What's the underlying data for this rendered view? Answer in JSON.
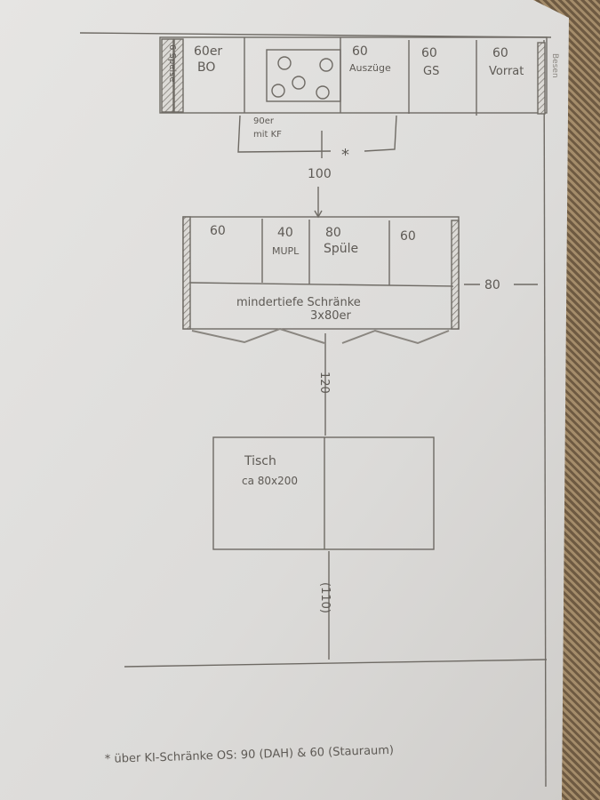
{
  "top_row": {
    "side_left": "6 Speise",
    "cab1": [
      "60er",
      "BO"
    ],
    "hob_label": [
      "90er",
      "mit KF"
    ],
    "cab3": [
      "60",
      "Auszüge"
    ],
    "cab4": [
      "60",
      "GS"
    ],
    "cab5": [
      "60",
      "Vorrat"
    ],
    "side_right": "Besen",
    "asterisk": "*",
    "distance": "100"
  },
  "island": {
    "cab1": "60",
    "cab2": [
      "40",
      "MUPL"
    ],
    "cab3": [
      "80",
      "Spüle"
    ],
    "cab4": "60",
    "back_row": [
      "mindertiefe Schränke",
      "3x80er"
    ],
    "side_gap": "80",
    "distance_below": "120"
  },
  "table": {
    "label": [
      "Tisch",
      "ca 80x200"
    ],
    "distance_below": "(110)"
  },
  "footnote": "* über KI-Schränke OS: 90 (DAH) & 60 (Stauraum)"
}
